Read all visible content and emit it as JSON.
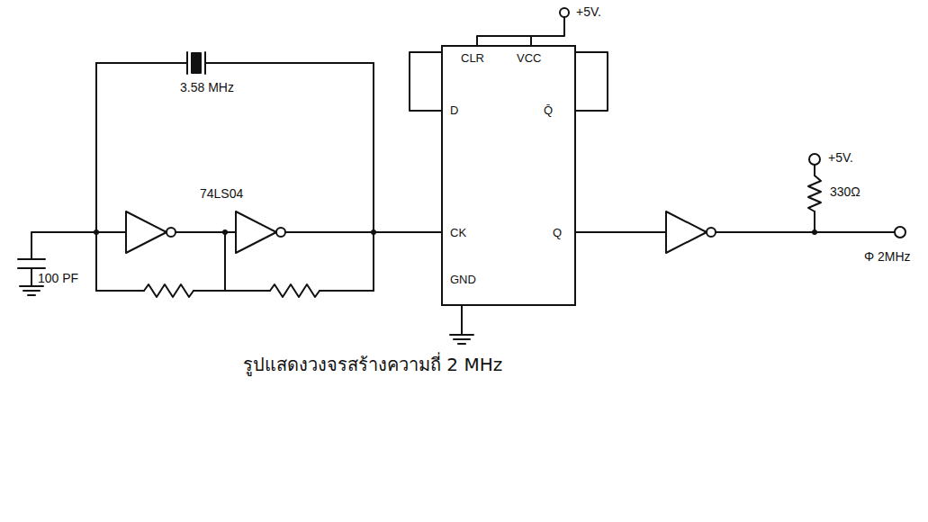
{
  "diagram": {
    "caption": "รูปแสดงวงจรสร้างความถี่ 2 MHz",
    "nodes": [
      {
        "text": [
          "CLR",
          "VCC",
          "D",
          "Q̄",
          "CK",
          "Q",
          "GND"
        ]
      }
    ],
    "labels": [
      "+5V.",
      "3.58 MHz",
      "74LS04",
      "100 PF",
      "+5V.",
      "330Ω",
      "Φ 2MHz"
    ]
  }
}
